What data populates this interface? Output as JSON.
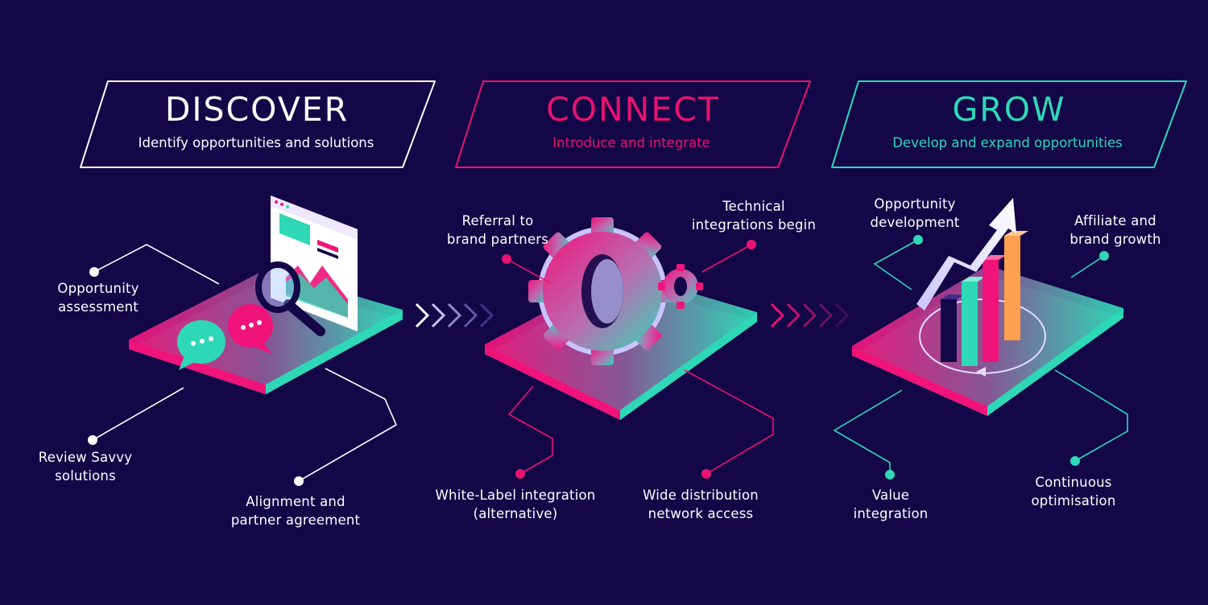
{
  "colors": {
    "background": "#130748",
    "discover": "#ffffff",
    "connect": "#e8136f",
    "grow": "#2ed8b6"
  },
  "phases": [
    {
      "title": "DISCOVER",
      "subtitle": "Identify opportunities and solutions",
      "labels": [
        [
          "Opportunity",
          "assessment"
        ],
        [
          "Review Savvy",
          "solutions"
        ],
        [
          "Alignment and",
          "partner agreement"
        ]
      ]
    },
    {
      "title": "CONNECT",
      "subtitle": "Introduce and integrate",
      "labels": [
        [
          "Referral to",
          "brand partners"
        ],
        [
          "Technical",
          "integrations begin"
        ],
        [
          "White-Label integration",
          "(alternative)"
        ],
        [
          "Wide distribution",
          "network access"
        ]
      ]
    },
    {
      "title": "GROW",
      "subtitle": "Develop and expand opportunities",
      "labels": [
        [
          "Opportunity",
          "development"
        ],
        [
          "Affiliate and",
          "brand growth"
        ],
        [
          "Value",
          "integration"
        ],
        [
          "Continuous",
          "optimisation"
        ]
      ]
    }
  ]
}
